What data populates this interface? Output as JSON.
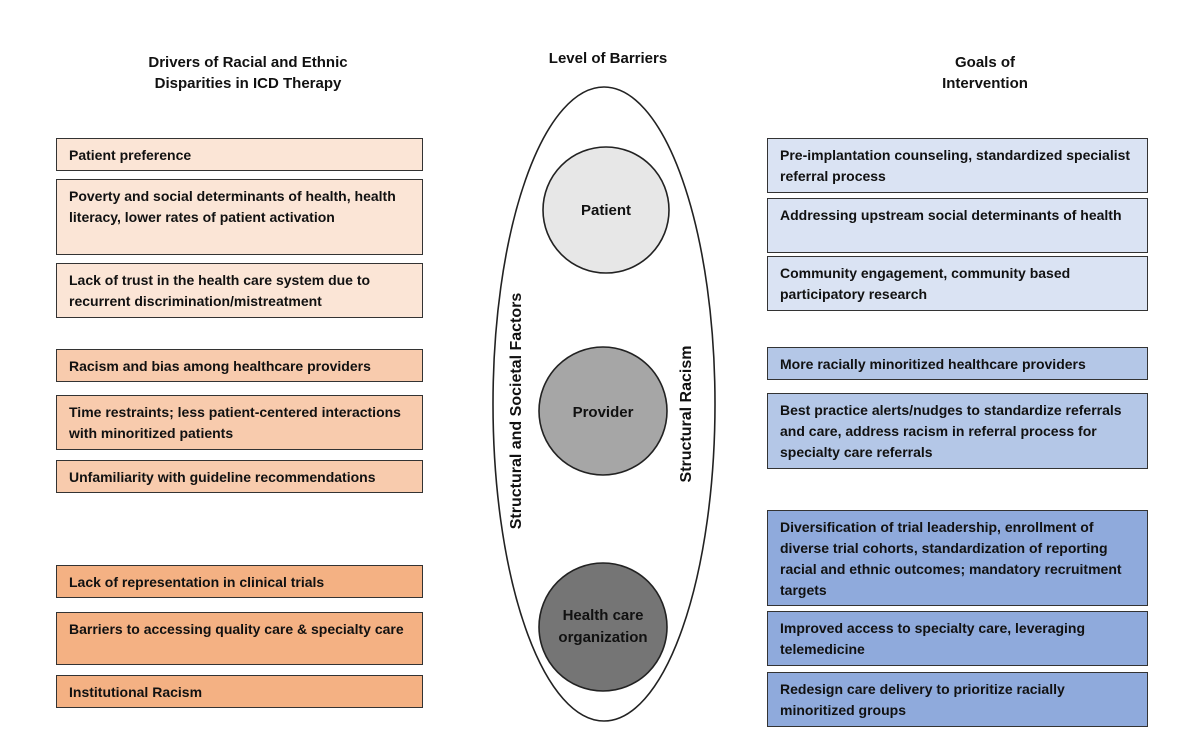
{
  "headers": {
    "left": "Drivers of Racial and Ethnic Disparities in ICD Therapy",
    "center": "Level of Barriers",
    "right": "Goals of Intervention"
  },
  "left_boxes": [
    "Patient preference",
    "Poverty and social determinants of health, health literacy, lower rates of patient activation",
    "Lack of trust in the health care system due to recurrent discrimination/mistreatment",
    "Racism and bias among healthcare providers",
    "Time restraints; less patient-centered interactions with minoritized patients",
    "Unfamiliarity with guideline recommendations",
    "Lack of representation in clinical trials",
    "Barriers to accessing quality care & specialty care",
    "Institutional Racism"
  ],
  "right_boxes": [
    "Pre-implantation counseling, standardized specialist referral process",
    "Addressing upstream social determinants of health",
    "Community engagement, community based participatory research",
    "More racially minoritized healthcare providers",
    "Best practice alerts/nudges to standardize referrals and care, address racism in referral process for specialty care referrals",
    "Diversification of trial leadership, enrollment of diverse trial cohorts, standardization of reporting racial and ethnic outcomes; mandatory recruitment targets",
    "Improved access to specialty care, leveraging telemedicine",
    "Redesign care delivery to prioritize racially minoritized groups"
  ],
  "levels": {
    "patient": "Patient",
    "provider": "Provider",
    "organization_line1": "Health care",
    "organization_line2": "organization"
  },
  "side_labels": {
    "left": "Structural and Societal Factors",
    "right": "Structural Racism"
  },
  "colors": {
    "left_patient": "#fbe5d6",
    "left_provider": "#f8cbad",
    "left_organization": "#f4b183",
    "right_patient": "#dae3f3",
    "right_provider": "#b4c7e7",
    "right_organization": "#8faadc",
    "circle_patient": "#e7e7e7",
    "circle_provider": "#a6a6a6",
    "circle_organization": "#757575"
  }
}
